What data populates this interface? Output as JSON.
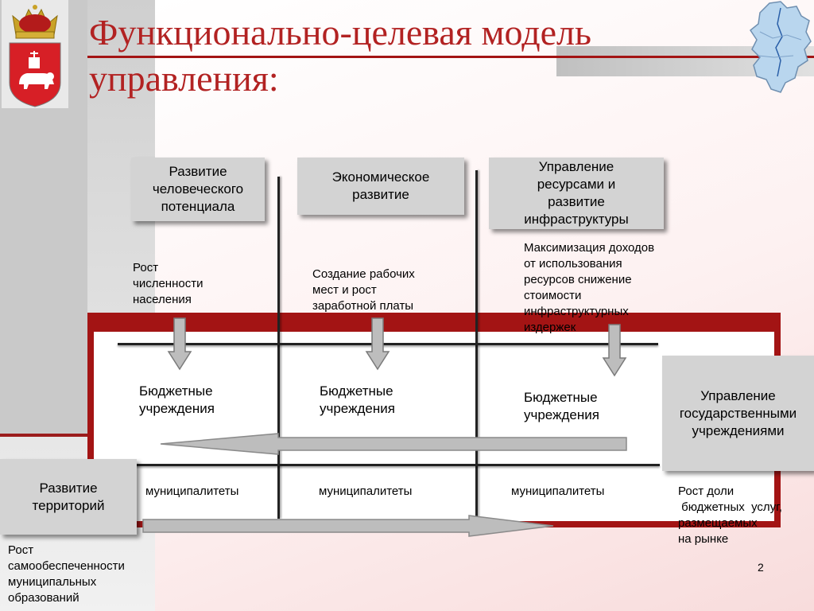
{
  "title": "Функционально-целевая модель\nуправления:",
  "logo": {
    "name": "perm-krai-coat-of-arms-icon"
  },
  "map": {
    "name": "perm-krai-map-icon"
  },
  "columns": [
    {
      "header": "Развитие\nчеловеческого\nпотенциала",
      "goal": "Рост\nчисленности\nнаселения"
    },
    {
      "header": "Экономическое\nразвитие",
      "goal": "Создание рабочих\nмест и рост\nзаработной платы"
    },
    {
      "header": "Управление\nресурсами и\nразвитие\nинфраструктуры",
      "goal": "Максимизация доходов\nот использования\nресурсов снижение\nстоимости\nинфраструктурных\nиздержек"
    }
  ],
  "budget_label": "Бюджетные\nучреждения",
  "municipal_label": "муниципалитеты",
  "right_box": "Управление\nгосударственными\nучреждениями",
  "right_goal": "Рост доли\n бюджетных  услуг,\nразмещаемых\nна рынке",
  "left_box": "Развитие\nтерриторий",
  "left_goal": "Рост\nсамообеспеченности\nмуниципальных\nобразований",
  "page_number": "2",
  "colors": {
    "accent": "#b22222",
    "frame": "#a31414",
    "box": "#d3d3d3"
  }
}
